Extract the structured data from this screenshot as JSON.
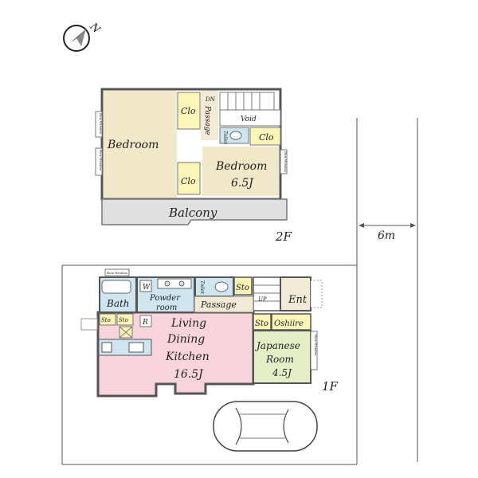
{
  "compass": {
    "north_label": "N"
  },
  "floor2": {
    "floor_label": "2F",
    "rooms": {
      "bedroom_main": "Bedroom",
      "closet_1": "Clo",
      "closet_2": "Clo",
      "closet_3": "Clo",
      "passage": "Passage",
      "dn": "DN",
      "void": "Void",
      "toilet": "Toilet",
      "bedroom_2_name": "Bedroom",
      "bedroom_2_size": "6.5J",
      "balcony": "Balcony",
      "bay_window_1": "Bow Window",
      "bay_window_2": "Bow Window",
      "bay_window_3": "Bow Window"
    }
  },
  "floor1": {
    "floor_label": "1F",
    "rooms": {
      "bath": "Bath",
      "washer": "W",
      "powder_room_1": "Powder",
      "powder_room_2": "room",
      "toilet": "Toilet",
      "storage_1": "Sto",
      "up": "UP",
      "passage": "Passage",
      "entrance": "Ent",
      "sto_a": "Sto",
      "sto_b": "Sto",
      "fridge": "R",
      "ldk_1": "Living",
      "ldk_2": "Dining",
      "ldk_3": "Kitchen",
      "ldk_size": "16.5J",
      "storage_2": "Sto",
      "oshiire": "Oshiire",
      "japanese_1": "Japanese",
      "japanese_2": "Room",
      "japanese_size": "4.5J",
      "bow_window_bath": "Bow Window",
      "bow_window_jp": "Bow Window"
    }
  },
  "road_width": "6m",
  "colors": {
    "bedroom": "#f0e8c8",
    "closet": "#fbf5b8",
    "wet": "#cfe6f0",
    "ldk": "#f9d4dc",
    "japanese": "#e4efc8",
    "balcony": "#e0e0e0",
    "entrance": "#f2ead6"
  }
}
